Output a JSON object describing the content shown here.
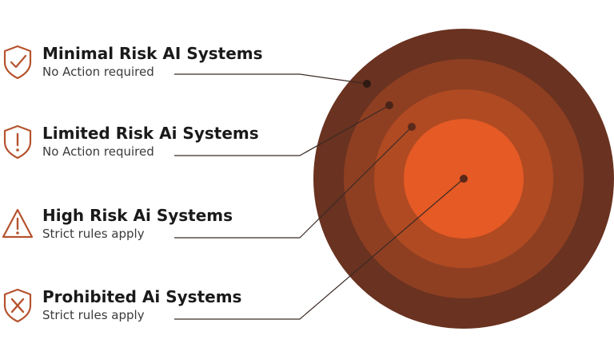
{
  "colors": {
    "outer_ring": "#6a3220",
    "second_ring": "#8e3f22",
    "third_ring": "#b04a22",
    "inner_circle": "#e55a25",
    "icon_stroke": "#b5532e",
    "dot": "#3a1f16",
    "connector": "#3a2a24"
  },
  "tiers": [
    {
      "title": "Minimal Risk AI Systems",
      "description": "No Action required",
      "icon": "shield-check-icon"
    },
    {
      "title": "Limited Risk Ai Systems",
      "description": "No Action required",
      "icon": "shield-exclamation-icon"
    },
    {
      "title": "High Risk Ai Systems",
      "description": "Strict rules apply",
      "icon": "warning-triangle-icon"
    },
    {
      "title": "Prohibited Ai Systems",
      "description": "Strict rules apply",
      "icon": "shield-x-icon"
    }
  ]
}
